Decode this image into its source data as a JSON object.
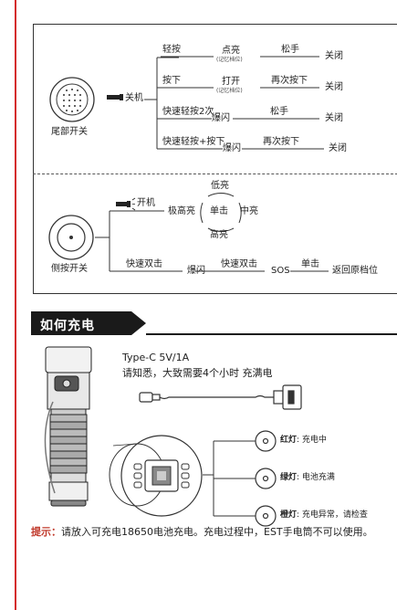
{
  "tail_section": {
    "switch_label": "尾部开关",
    "off_label": "关机",
    "rows": [
      {
        "action": "轻按",
        "result": "点亮",
        "note": "(记忆档位)",
        "action2": "松手",
        "end": "关闭"
      },
      {
        "action": "按下",
        "result": "打开",
        "note": "(记忆档位)",
        "action2": "再次按下",
        "end": "关闭"
      },
      {
        "action": "快速轻按2次",
        "result": "爆闪",
        "note": "",
        "action2": "松手",
        "end": "关闭"
      },
      {
        "action": "快速轻按+按下",
        "result": "爆闪",
        "note": "",
        "action2": "再次按下",
        "end": "关闭"
      }
    ]
  },
  "side_section": {
    "switch_label": "侧按开关",
    "on_label": "开机",
    "modes": {
      "top": "低亮",
      "left": "极高亮",
      "center": "单击",
      "right": "中亮",
      "bottom": "高亮"
    },
    "sequence": [
      "快速双击",
      "爆闪",
      "快速双击",
      "SOS",
      "单击",
      "返回原档位"
    ]
  },
  "charging": {
    "title": "如何充电",
    "spec": "Type-C 5V/1A",
    "desc": "请知悉，大致需要4个小时 充满电",
    "indicators": [
      {
        "name": "红灯",
        "text": ": 充电中"
      },
      {
        "name": "绿灯",
        "text": ": 电池充满"
      },
      {
        "name": "橙灯",
        "text": ": 充电异常，请检查"
      }
    ]
  },
  "tip": {
    "label": "提示：",
    "text": "请放入可充电18650电池充电。充电过程中，EST手电筒不可以使用。"
  },
  "colors": {
    "accent_red": "#d42a2a",
    "banner": "#1a1a1a",
    "text": "#222222"
  }
}
